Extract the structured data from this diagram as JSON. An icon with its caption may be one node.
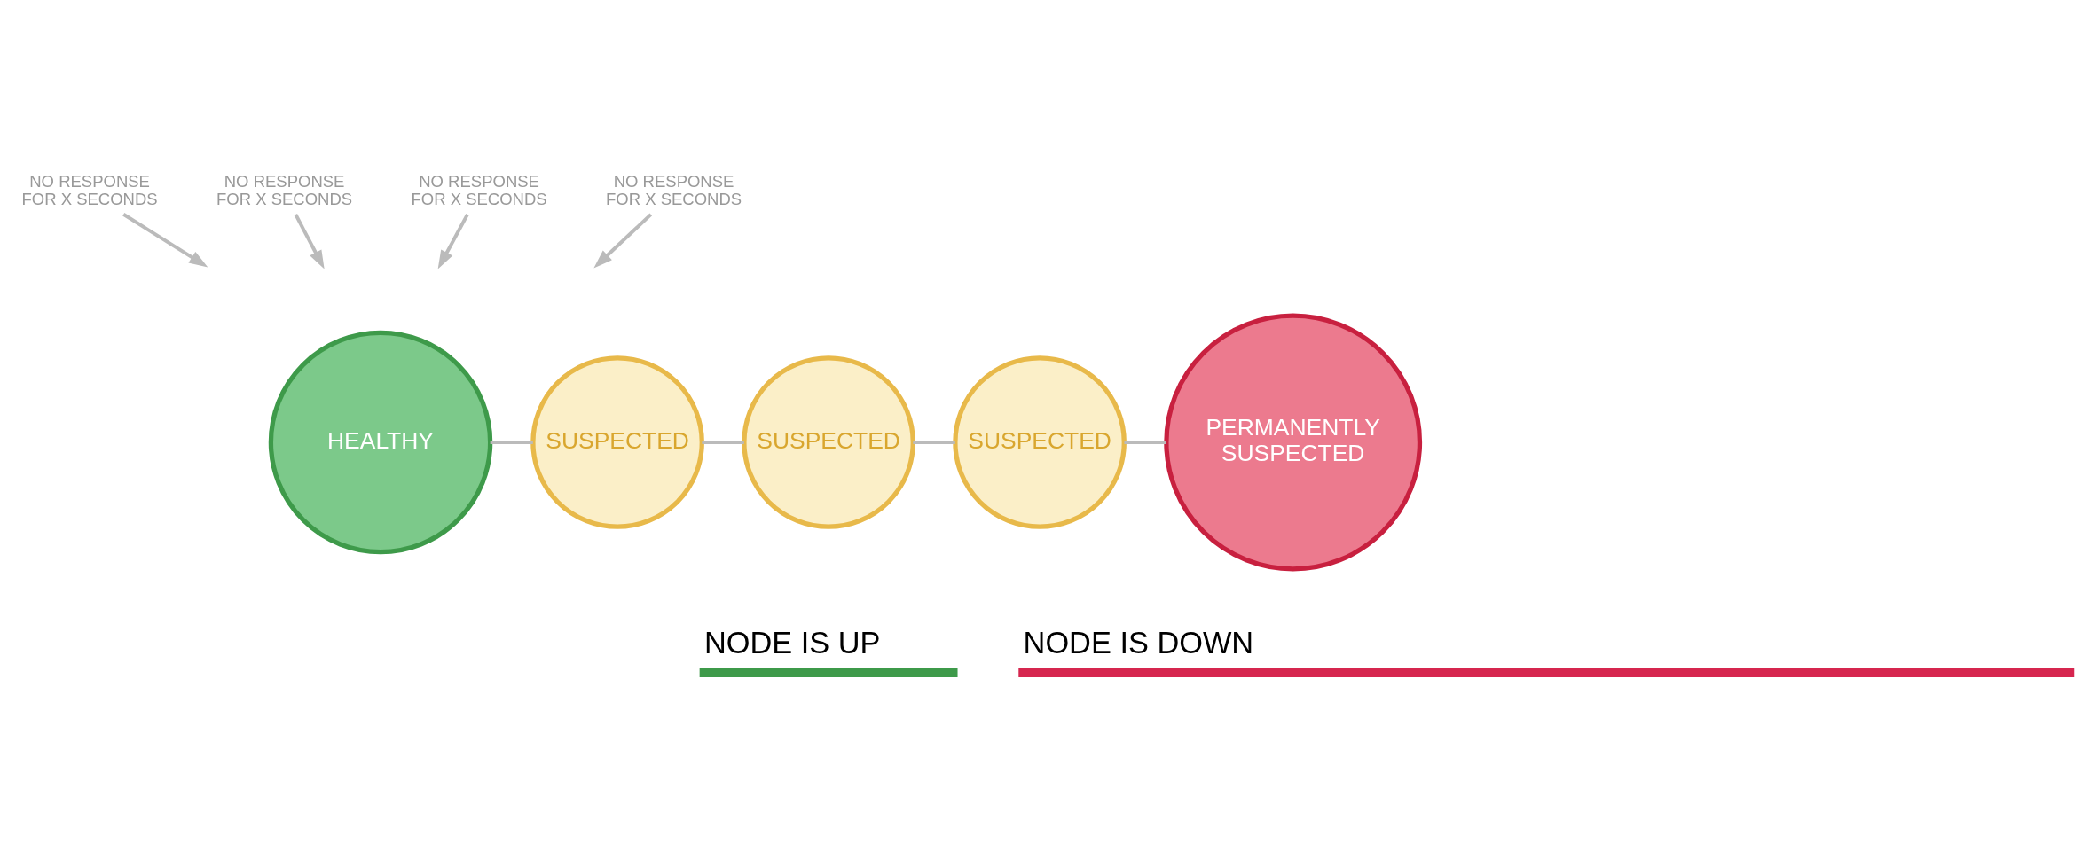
{
  "diagram": {
    "nodes": [
      {
        "text": [
          "NO RESPONSE FOR X SECONDS"
        ]
      },
      {
        "text": [
          "NO RESPONSE FOR X SECONDS"
        ]
      },
      {
        "text": [
          "NO RESPONSE FOR X SECONDS"
        ]
      },
      {
        "text": [
          "NO RESPONSE FOR X SECONDS"
        ]
      },
      {
        "text": [
          "HEALTHY"
        ]
      },
      {
        "text": [
          "SUSPECTED"
        ]
      },
      {
        "text": [
          "SUSPECTED"
        ]
      },
      {
        "text": [
          "SUSPECTED"
        ]
      },
      {
        "text": [
          "PERMANENTLY SUSPECTED"
        ]
      }
    ],
    "edges": [
      {
        "from": 4,
        "to": 5,
        "arrow": "none"
      },
      {
        "from": 5,
        "to": 6,
        "arrow": "none"
      },
      {
        "from": 6,
        "to": 7,
        "arrow": "none"
      },
      {
        "from": 7,
        "to": 8,
        "arrow": "none"
      },
      {
        "from": 0,
        "to": null,
        "arrow": "to"
      },
      {
        "from": 1,
        "to": null,
        "arrow": "to"
      },
      {
        "from": 2,
        "to": null,
        "arrow": "to"
      },
      {
        "from": 3,
        "to": null,
        "arrow": "to"
      }
    ],
    "legend": [
      {
        "text": "NODE IS UP",
        "color": "#3e9a4a"
      },
      {
        "text": "NODE IS DOWN",
        "color": "#d6264f"
      }
    ]
  }
}
